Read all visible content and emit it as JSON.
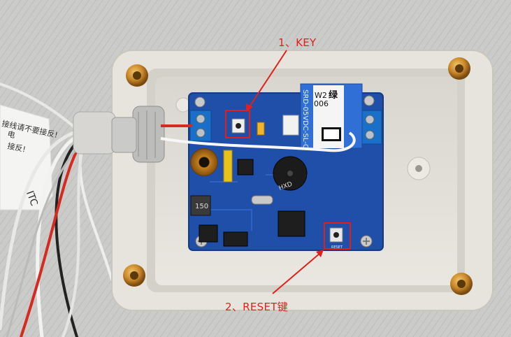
{
  "annotations": {
    "key_label": "1、KEY",
    "reset_label": "2、RESET键"
  },
  "board_text": {
    "relay_model": "SRD-05VDC-SL-C",
    "relay_partial": "W2",
    "relay_partial2": "006",
    "relay_brand": "绿",
    "inductor_marking": "150",
    "buzzer_marking": "HXD",
    "reset_silk": "RESET"
  },
  "cable_tag_text": {
    "line1": "接线请不要接反!",
    "line2": "电",
    "line3": "接反!",
    "line4": "JTC"
  },
  "colors": {
    "annotation_red": "#e0201c",
    "pcb_blue": "#1f4fa8",
    "enclosure": "#e7e5dd",
    "terminal_blue": "#1a6fc8"
  }
}
